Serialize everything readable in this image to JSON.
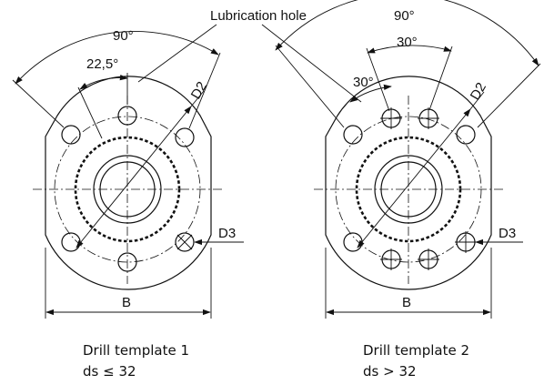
{
  "callout": {
    "lubrication_hole": "Lubrication hole"
  },
  "template1": {
    "angle_outer": "90°",
    "angle_inner": "22,5°",
    "d2": "D2",
    "d3": "D3",
    "b": "B",
    "caption_title": "Drill template 1",
    "caption_condition": "ds ≤ 32"
  },
  "template2": {
    "angle_outer": "90°",
    "angle_mid": "30°",
    "angle_inner": "30°",
    "d2": "D2",
    "d3": "D3",
    "b": "B",
    "caption_title": "Drill template 2",
    "caption_condition": "ds > 32"
  }
}
